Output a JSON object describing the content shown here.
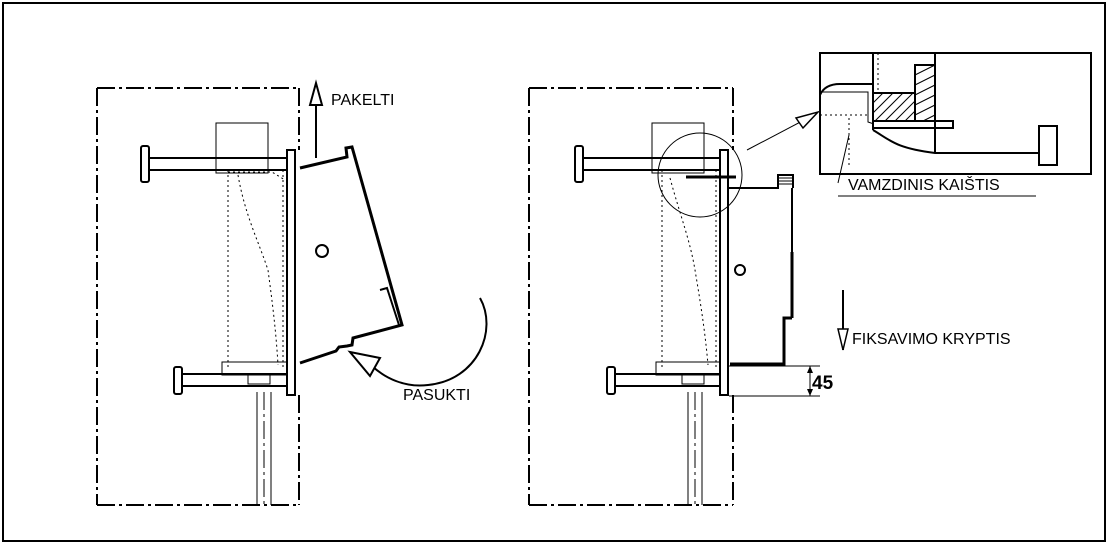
{
  "labels": {
    "lift": "PAKELTI",
    "rotate": "PASUKTI",
    "pin": "VAMZDINIS KAIŠTIS",
    "direction": "FIKSAVIMO KRYPTIS",
    "dimension": "45"
  }
}
